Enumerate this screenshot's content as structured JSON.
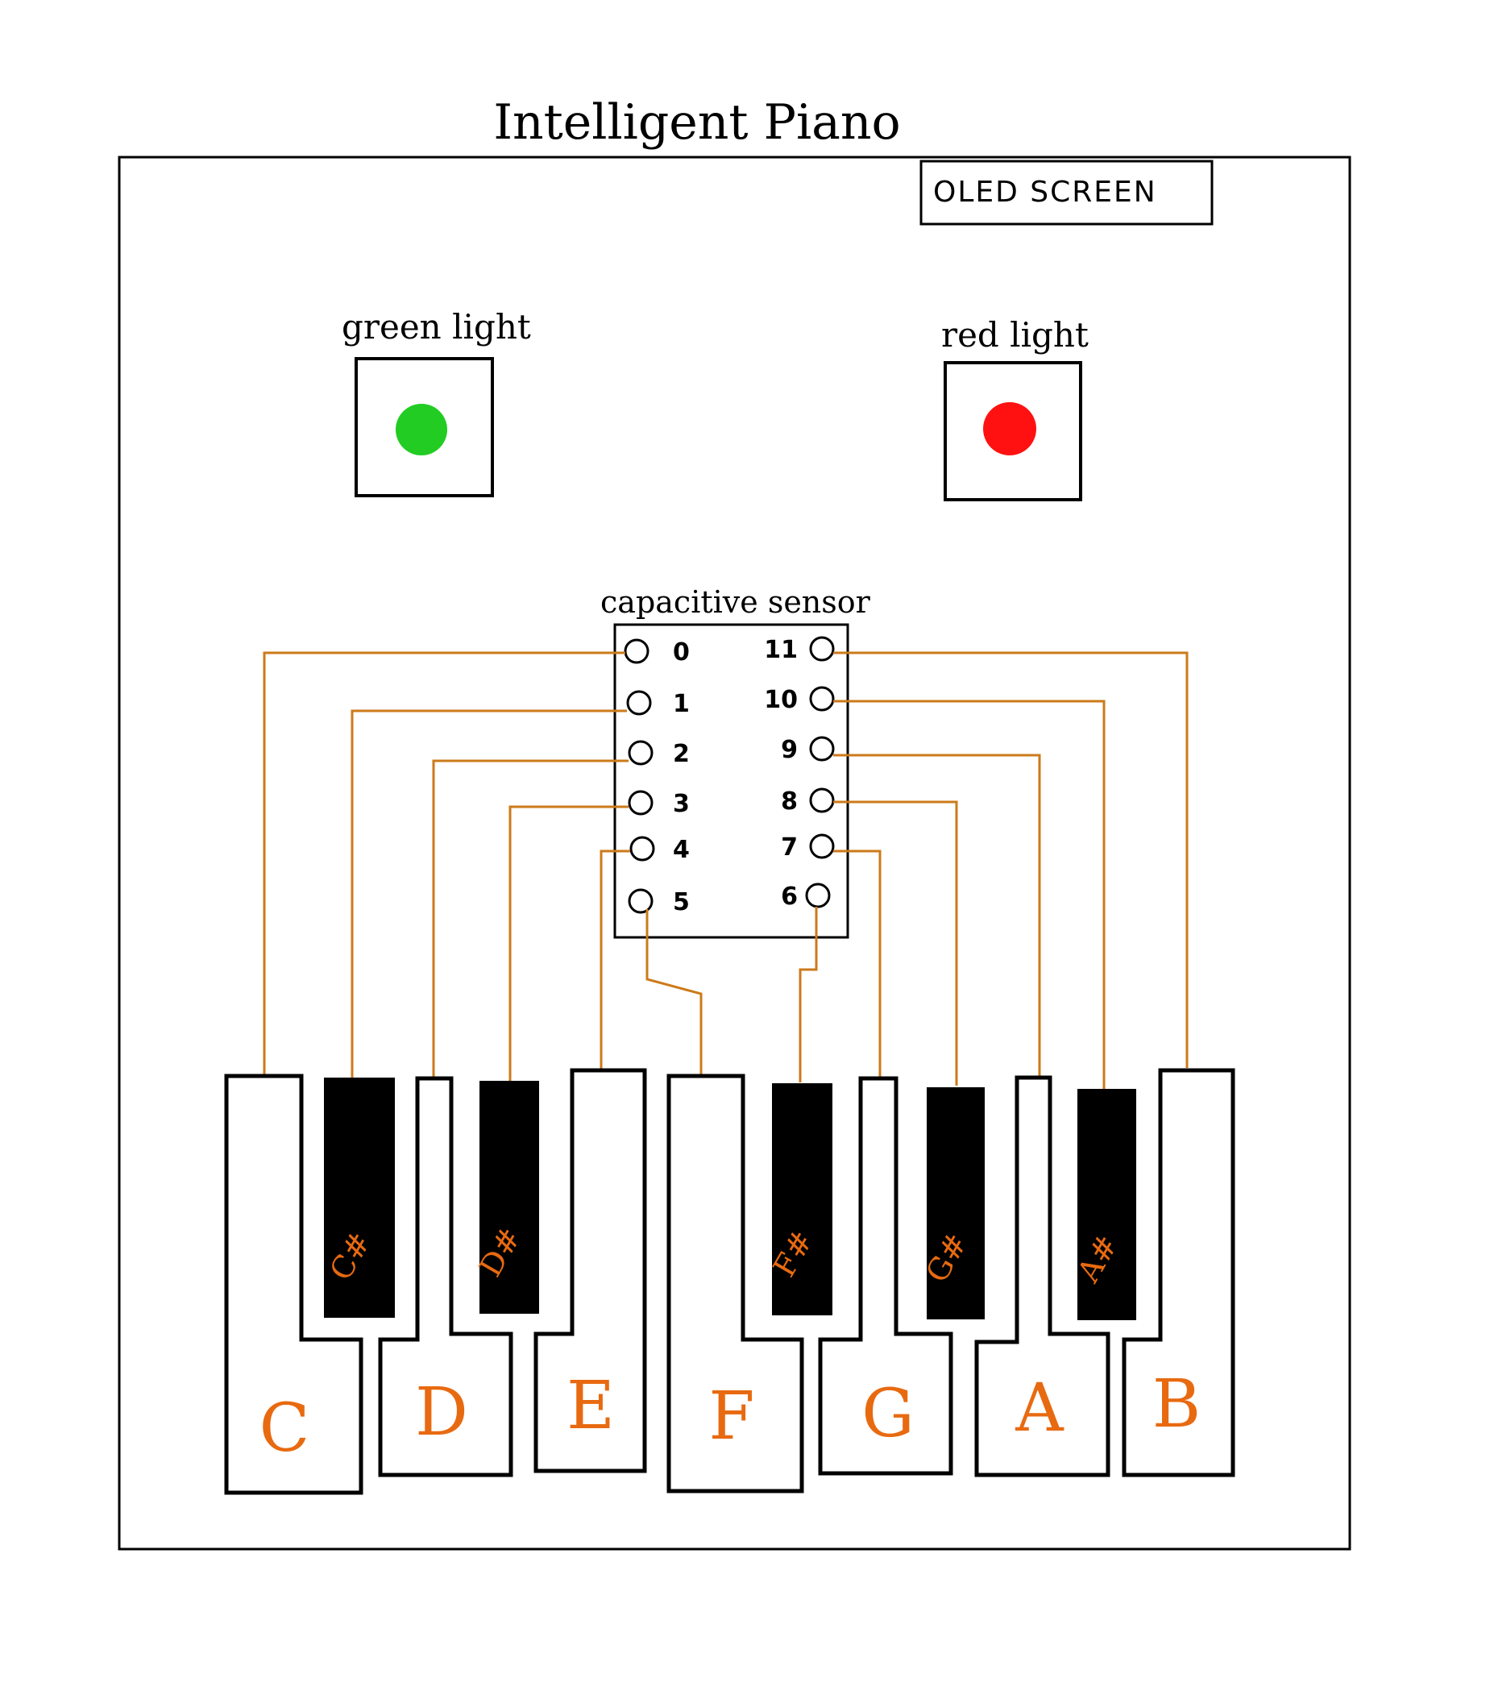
{
  "title": "Intelligent Piano",
  "oled": {
    "label": "OLED SCREEN"
  },
  "lights": [
    {
      "id": "green",
      "label": "green light",
      "color": "#22cc22"
    },
    {
      "id": "red",
      "label": "red light",
      "color": "#ff1111"
    }
  ],
  "sensor": {
    "label": "capacitive sensor",
    "pins_left": [
      "0",
      "1",
      "2",
      "3",
      "4",
      "5"
    ],
    "pins_right": [
      "11",
      "10",
      "9",
      "8",
      "7",
      "6"
    ]
  },
  "keys": {
    "white": [
      "C",
      "D",
      "E",
      "F",
      "G",
      "A",
      "B"
    ],
    "black": [
      "C#",
      "D#",
      "F#",
      "G#",
      "A#"
    ]
  },
  "colors": {
    "wire": "#cc7a1a",
    "note_label": "#e86a10",
    "ink": "#000000"
  }
}
